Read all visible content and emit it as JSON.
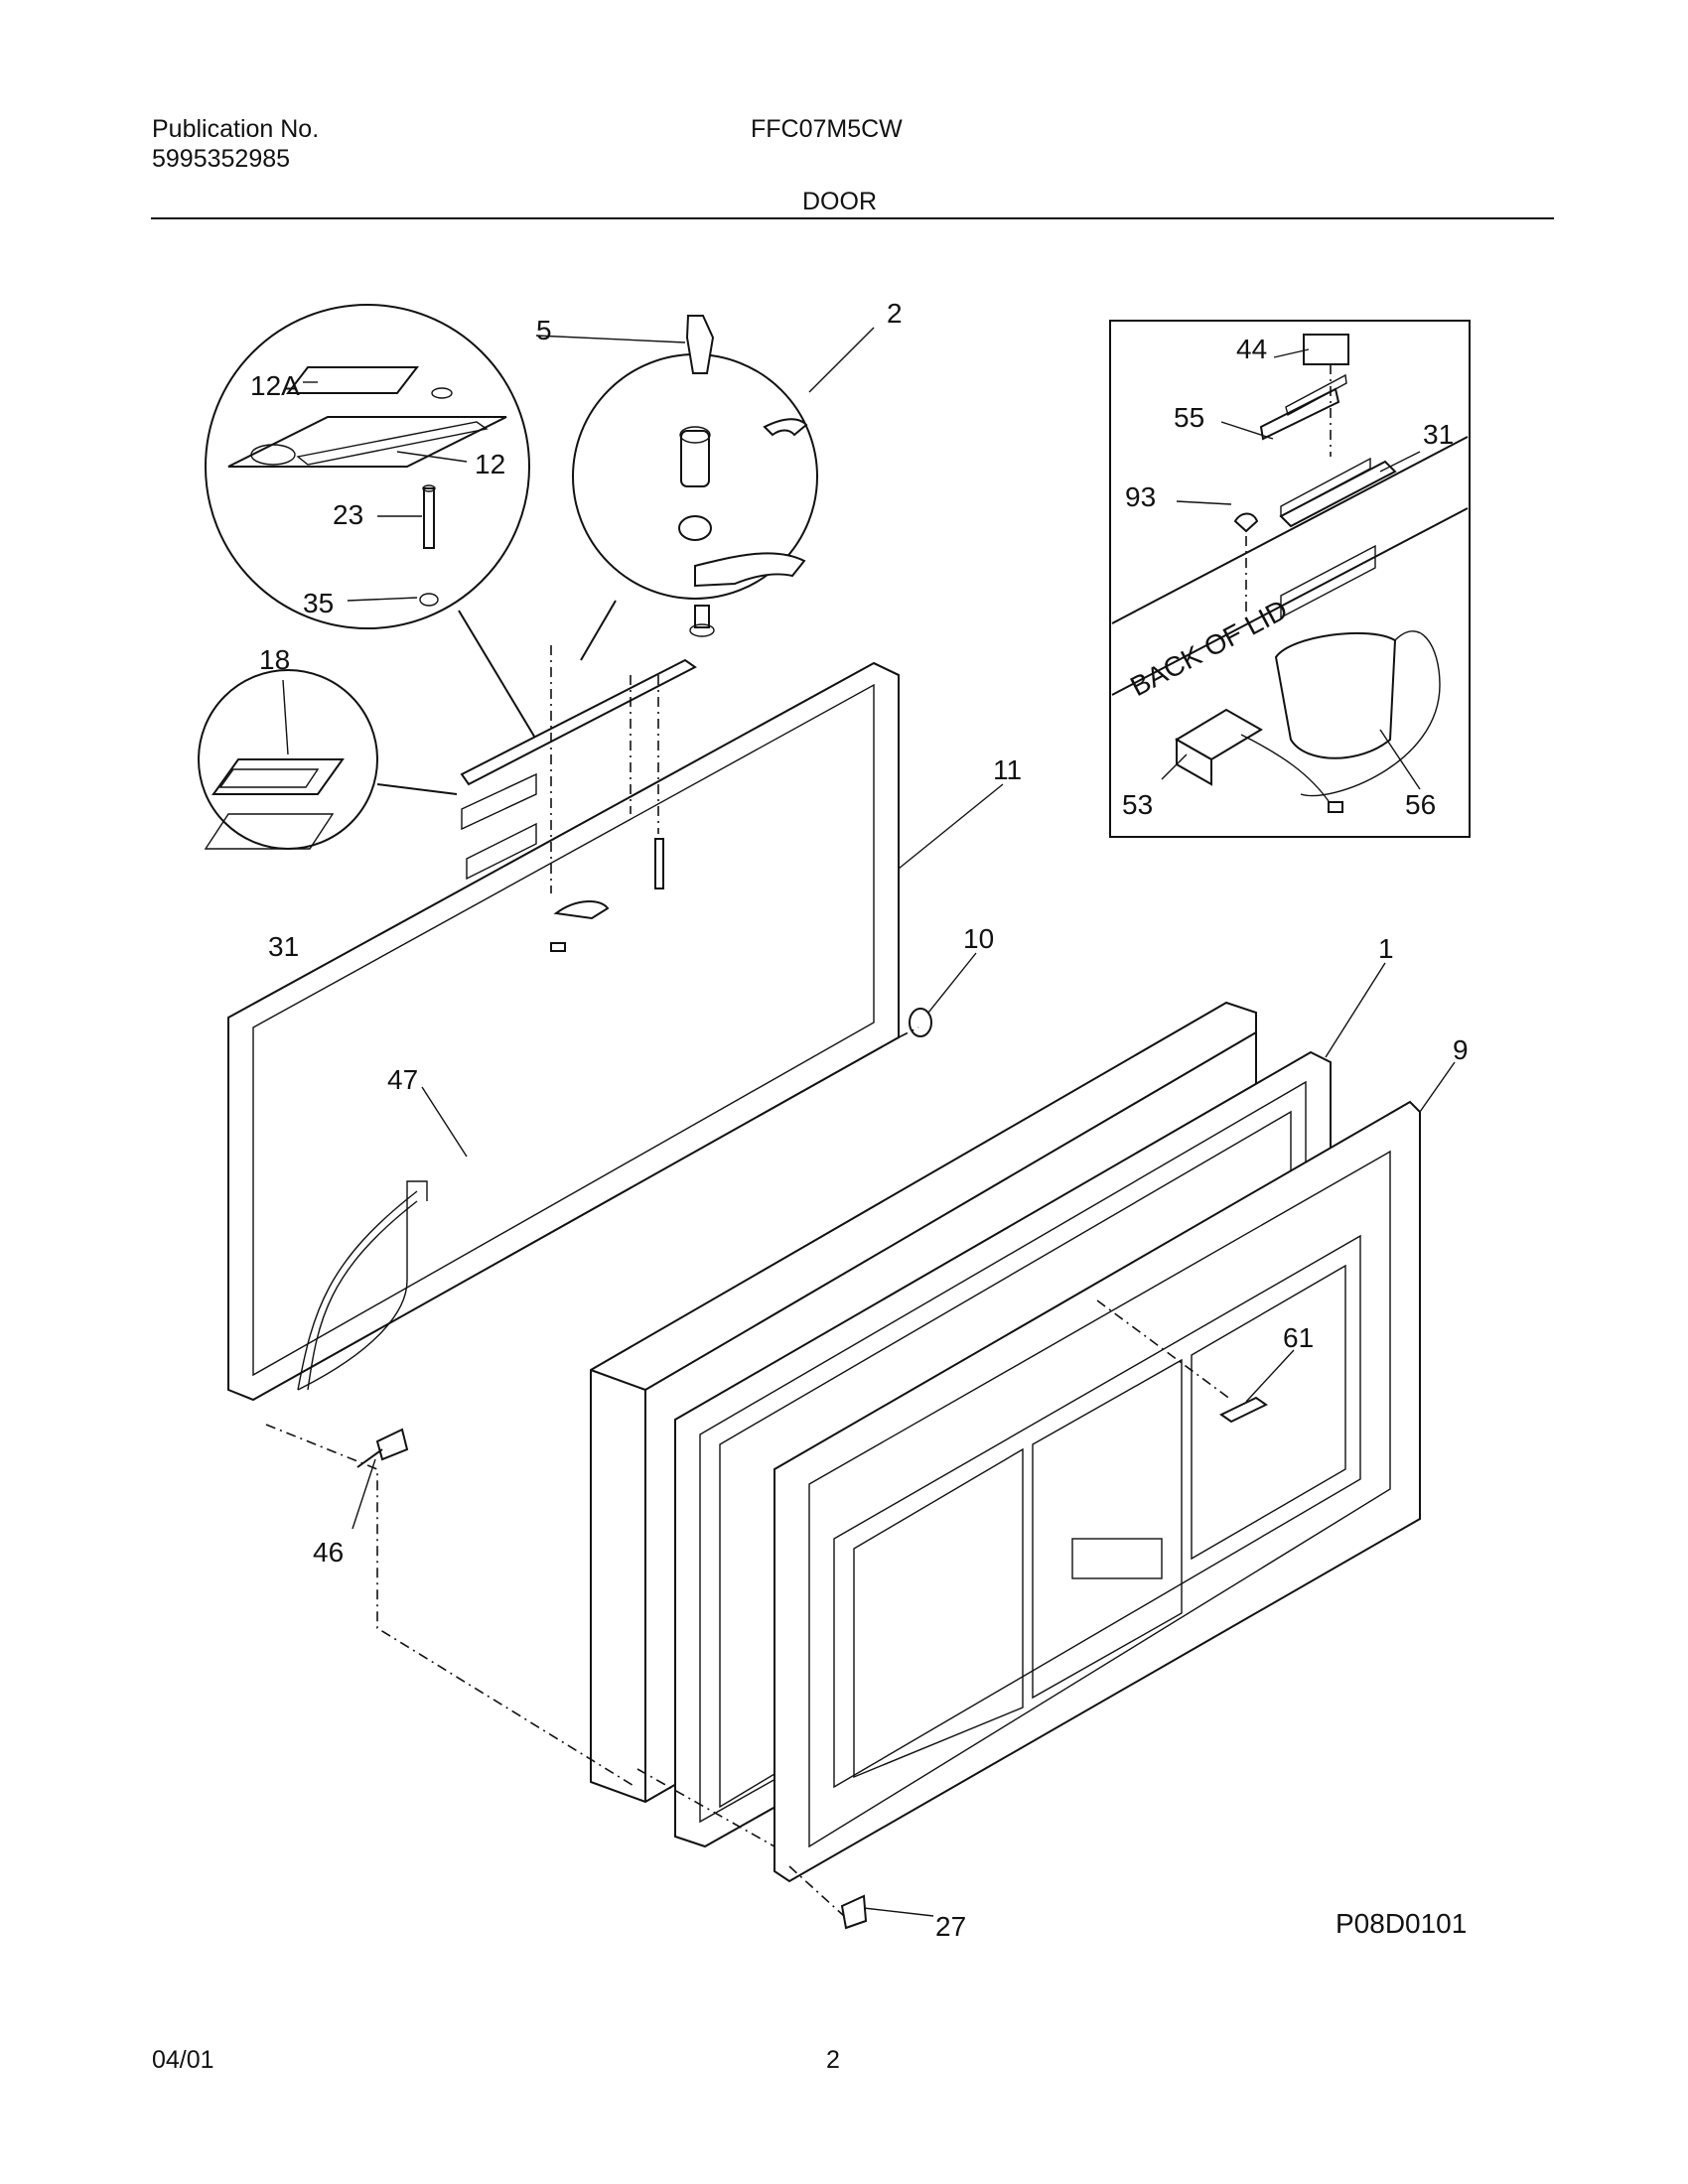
{
  "header": {
    "publication_label": "Publication No.",
    "publication_number": "5995352985",
    "model": "FFC07M5CW",
    "section_title": "DOOR"
  },
  "diagram": {
    "inset_label": "BACK OF LID",
    "figure_code": "P08D0101",
    "callouts": {
      "c12a": "12A",
      "c12": "12",
      "c23": "23",
      "c35": "35",
      "c5": "5",
      "c2": "2",
      "c18": "18",
      "c31a": "31",
      "c11": "11",
      "c10": "10",
      "c1": "1",
      "c9": "9",
      "c47": "47",
      "c46": "46",
      "c61": "61",
      "c27": "27",
      "c44": "44",
      "c55": "55",
      "c31b": "31",
      "c93": "93",
      "c53": "53",
      "c56": "56"
    }
  },
  "footer": {
    "date": "04/01",
    "page": "2"
  }
}
